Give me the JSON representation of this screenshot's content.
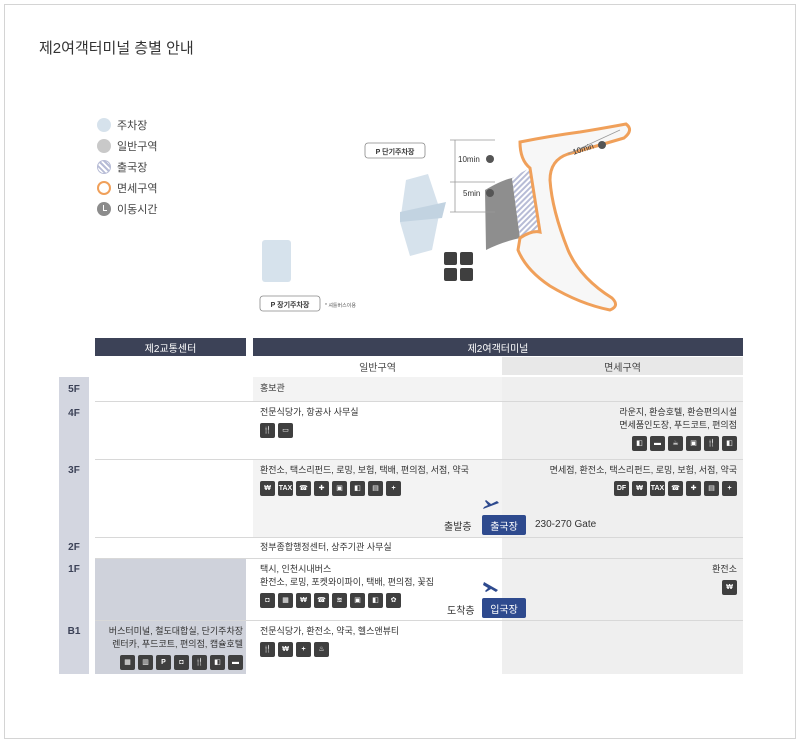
{
  "title": "제2여객터미널 층별 안내",
  "legend": [
    {
      "label": "주차장",
      "icon": "parking-swatch"
    },
    {
      "label": "일반구역",
      "icon": "general-area-swatch"
    },
    {
      "label": "출국장",
      "icon": "departure-hall-swatch"
    },
    {
      "label": "면세구역",
      "icon": "duty-free-swatch"
    },
    {
      "label": "이동시간",
      "icon": "travel-time-icon"
    }
  ],
  "map": {
    "short_term_parking": "P 단기주차장",
    "long_term_parking": "P 장기주차장",
    "shuttle_note": "* 셔틀버스이용",
    "time_10min": "10min",
    "time_5min": "5min",
    "time_10min_concourse": "10min"
  },
  "table": {
    "header_tc": "제2교통센터",
    "header_terminal": "제2여객터미널",
    "sub_general": "일반구역",
    "sub_dutyfree": "면세구역",
    "floors": [
      "5F",
      "4F",
      "3F",
      "2F",
      "1F",
      "B1"
    ],
    "rows": {
      "f5_general": "홍보관",
      "f4_general": "전문식당가, 항공사 사무실",
      "f4_dutyfree_1": "라운지, 환승호텔, 환승편의시설",
      "f4_dutyfree_2": "면세품인도장, 푸드코트, 편의점",
      "f3_general": "환전소, 택스리펀드, 로밍, 보험, 택배, 편의점, 서점, 약국",
      "f3_dutyfree": "면세점, 환전소, 택스리펀드, 로밍, 보험, 서점, 약국",
      "f2_general": "정부종합행정센터, 상주기관 사무실",
      "f1_general_1": "택시, 인천시내버스",
      "f1_general_2": "환전소, 로밍, 포켓와이파이, 택배, 편의점, 꽃집",
      "f1_dutyfree": "환전소",
      "b1_tc_1": "버스터미널, 철도대합실, 단기주차장",
      "b1_tc_2": "렌터카, 푸드코트, 편의점, 캡슐호텔",
      "b1_general": "전문식당가, 환전소, 약국, 헬스앤뷰티"
    },
    "departure_floor": "출발층",
    "departure_button": "출국장",
    "gate_range": "230-270 Gate",
    "arrival_floor": "도착층",
    "arrival_button": "입국장"
  },
  "colors": {
    "header_bg": "#3c4257",
    "button_bg": "#2e4a8e",
    "duty_free_outline": "#f0a05a",
    "parking": "#d6e2ec"
  },
  "icon_glyphs": {
    "restaurant": "🍴",
    "office": "▭",
    "exchange": "₩",
    "tax": "TAX",
    "roaming": "☎",
    "insurance": "✚",
    "delivery": "▣",
    "store": "◧",
    "book": "▤",
    "pharmacy": "+",
    "dutyfree": "DF",
    "lounge": "☕",
    "hotel": "▬",
    "bus": "▦",
    "train": "▥",
    "parking": "P",
    "car": "◘",
    "wifi": "≋",
    "flower": "✿",
    "beauty": "♨"
  }
}
